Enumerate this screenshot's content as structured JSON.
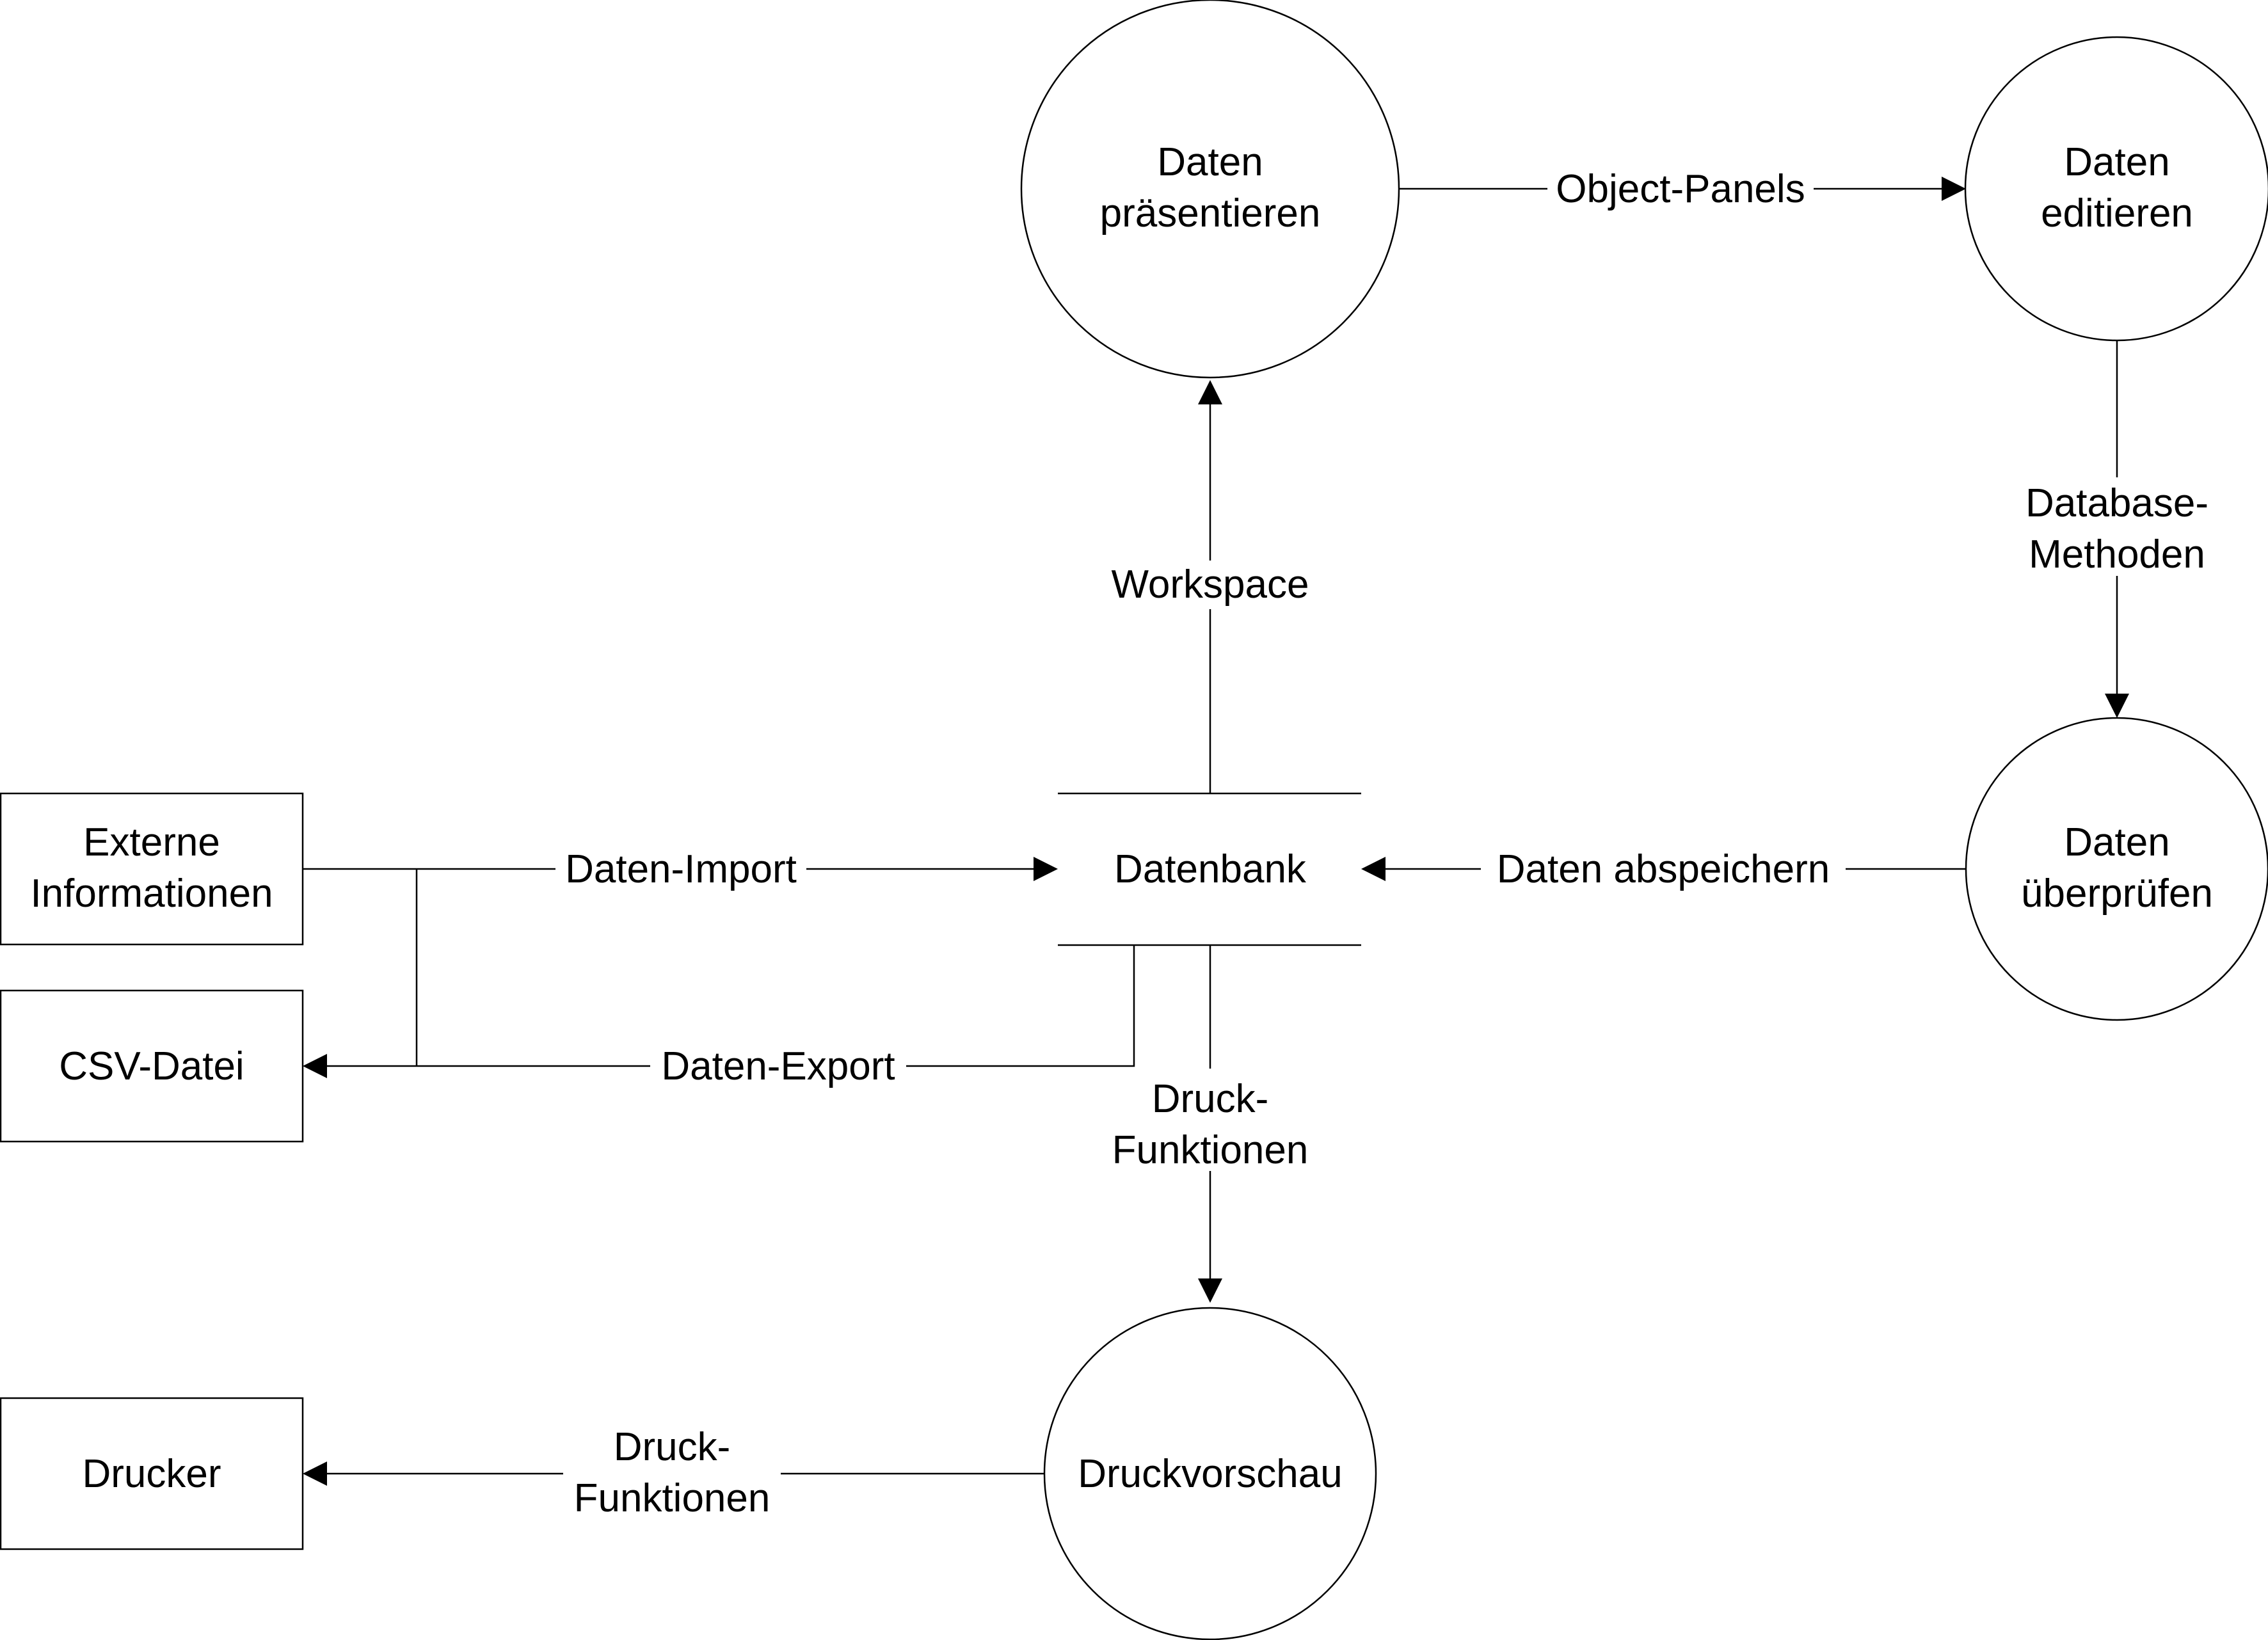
{
  "nodes": {
    "daten_praesentieren": [
      "Daten",
      "präsentieren"
    ],
    "daten_editieren": [
      "Daten",
      "editieren"
    ],
    "daten_ueberpruefen": [
      "Daten",
      "überprüfen"
    ],
    "druckvorschau": [
      "Druckvorschau"
    ],
    "datenbank": [
      "Datenbank"
    ],
    "externe_informationen": [
      "Externe",
      "Informationen"
    ],
    "csv_datei": [
      "CSV-Datei"
    ],
    "drucker": [
      "Drucker"
    ]
  },
  "edges": {
    "object_panels": [
      "Object-Panels"
    ],
    "database_methoden": [
      "Database-",
      "Methoden"
    ],
    "workspace": [
      "Workspace"
    ],
    "daten_abspeichern": [
      "Daten abspeichern"
    ],
    "daten_import": [
      "Daten-Import"
    ],
    "daten_export": [
      "Daten-Export"
    ],
    "druck_funktionen_down": [
      "Druck-",
      "Funktionen"
    ],
    "druck_funktionen_left": [
      "Druck-",
      "Funktionen"
    ]
  },
  "colors": {
    "stroke": "#000000",
    "background": "#ffffff"
  }
}
